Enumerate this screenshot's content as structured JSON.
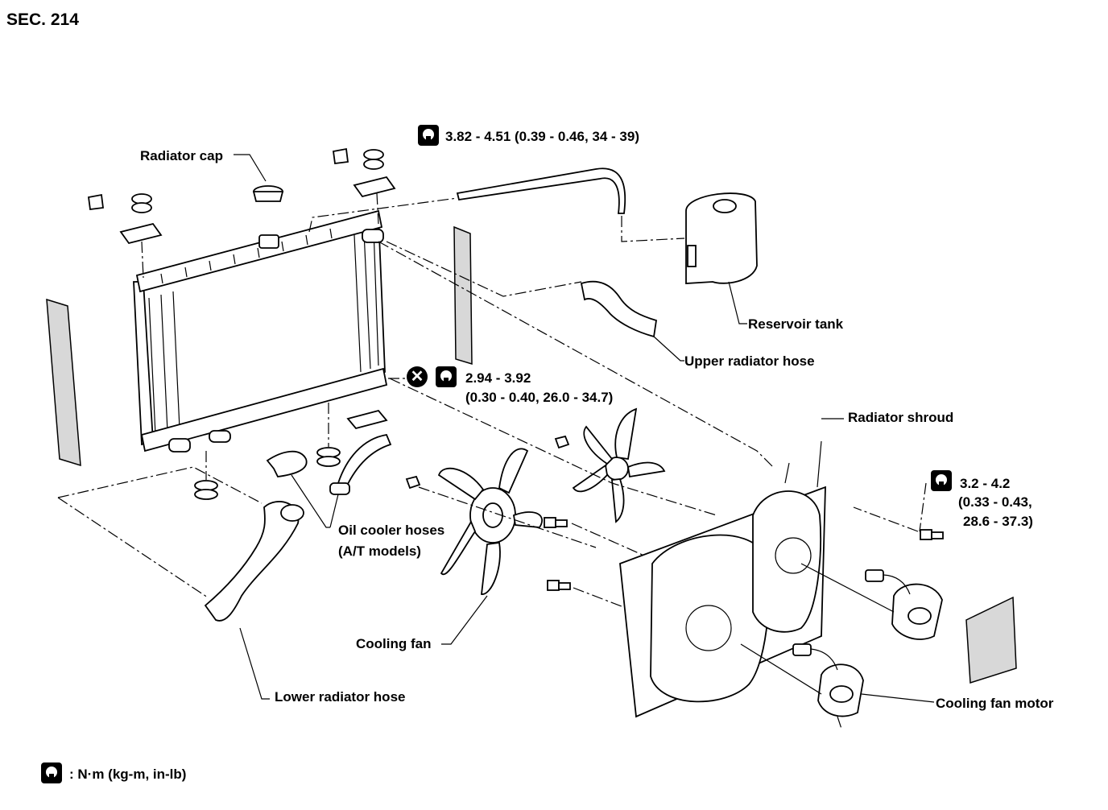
{
  "section": "SEC. 214",
  "labels": {
    "radiator_cap": "Radiator cap",
    "reservoir_tank": "Reservoir tank",
    "upper_radiator_hose": "Upper radiator hose",
    "radiator_shroud": "Radiator shroud",
    "oil_cooler_hoses": "Oil cooler hoses",
    "oil_cooler_hoses_note": "(A/T models)",
    "cooling_fan": "Cooling fan",
    "lower_radiator_hose": "Lower radiator hose",
    "cooling_fan_motor": "Cooling fan motor"
  },
  "torque": {
    "top": "3.82 - 4.51 (0.39 - 0.46, 34 - 39)",
    "drain_line1": "2.94 - 3.92",
    "drain_line2": "(0.30 - 0.40, 26.0 - 34.7)",
    "shroud_line1": "3.2 - 4.2",
    "shroud_line2": "(0.33 - 0.43,",
    "shroud_line3": "28.6 - 37.3)"
  },
  "legend": {
    "units": ": N·m (kg-m, in-lb)"
  },
  "icons": [
    "torque-wrench-icon",
    "do-not-reuse-icon"
  ]
}
